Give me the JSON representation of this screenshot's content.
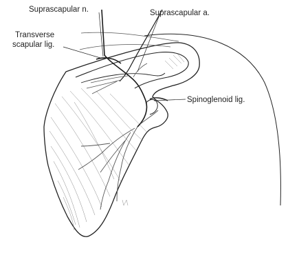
{
  "figure": {
    "labels": {
      "suprascapular_nerve": "Suprascapular n.",
      "suprascapular_artery": "Suprascapular a.",
      "transverse_ligament_line1": "Transverse",
      "transverse_ligament_line2": "scapular lig.",
      "spinoglenoid_ligament": "Spinoglenoid lig."
    },
    "colors": {
      "outline": "#222222",
      "hatching": "#8a8a8a",
      "vessel": "#555555",
      "vessel_dark": "#1a1a1a"
    }
  }
}
